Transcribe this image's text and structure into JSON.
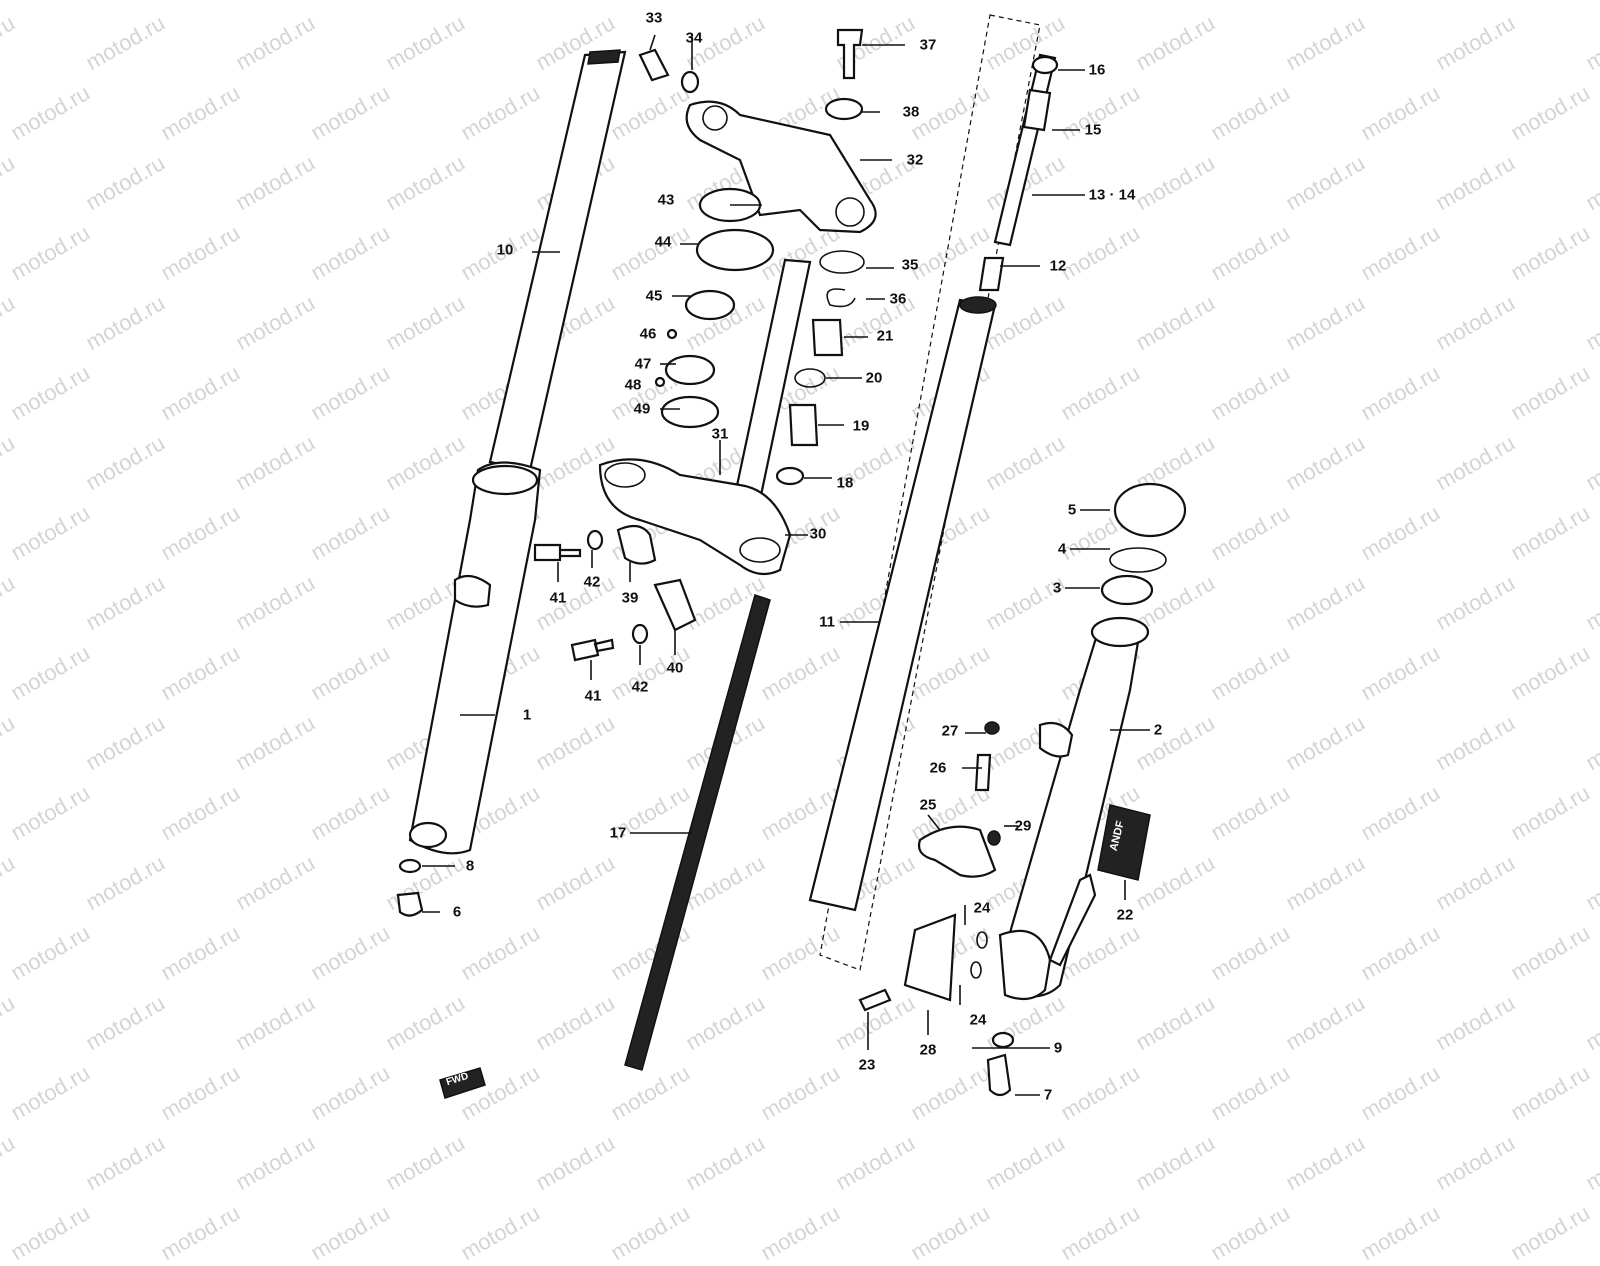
{
  "watermark": "motod.ru",
  "fwd_tag": "FWD",
  "decal_text": "ANDF",
  "callouts": [
    {
      "text": "1"
    },
    {
      "text": "2"
    },
    {
      "text": "3"
    },
    {
      "text": "4"
    },
    {
      "text": "5"
    },
    {
      "text": "6"
    },
    {
      "text": "7"
    },
    {
      "text": "8"
    },
    {
      "text": "9"
    },
    {
      "text": "10"
    },
    {
      "text": "11"
    },
    {
      "text": "12"
    },
    {
      "text": "13 · 14"
    },
    {
      "text": "15"
    },
    {
      "text": "16"
    },
    {
      "text": "17"
    },
    {
      "text": "18"
    },
    {
      "text": "19"
    },
    {
      "text": "20"
    },
    {
      "text": "21"
    },
    {
      "text": "22"
    },
    {
      "text": "23"
    },
    {
      "text": "24"
    },
    {
      "text": "24"
    },
    {
      "text": "25"
    },
    {
      "text": "26"
    },
    {
      "text": "27"
    },
    {
      "text": "28"
    },
    {
      "text": "29"
    },
    {
      "text": "30"
    },
    {
      "text": "31"
    },
    {
      "text": "32"
    },
    {
      "text": "33"
    },
    {
      "text": "34"
    },
    {
      "text": "35"
    },
    {
      "text": "36"
    },
    {
      "text": "37"
    },
    {
      "text": "38"
    },
    {
      "text": "39"
    },
    {
      "text": "40"
    },
    {
      "text": "41"
    },
    {
      "text": "41"
    },
    {
      "text": "42"
    },
    {
      "text": "42"
    },
    {
      "text": "43"
    },
    {
      "text": "44"
    },
    {
      "text": "45"
    },
    {
      "text": "46"
    },
    {
      "text": "47"
    },
    {
      "text": "48"
    },
    {
      "text": "49"
    }
  ]
}
